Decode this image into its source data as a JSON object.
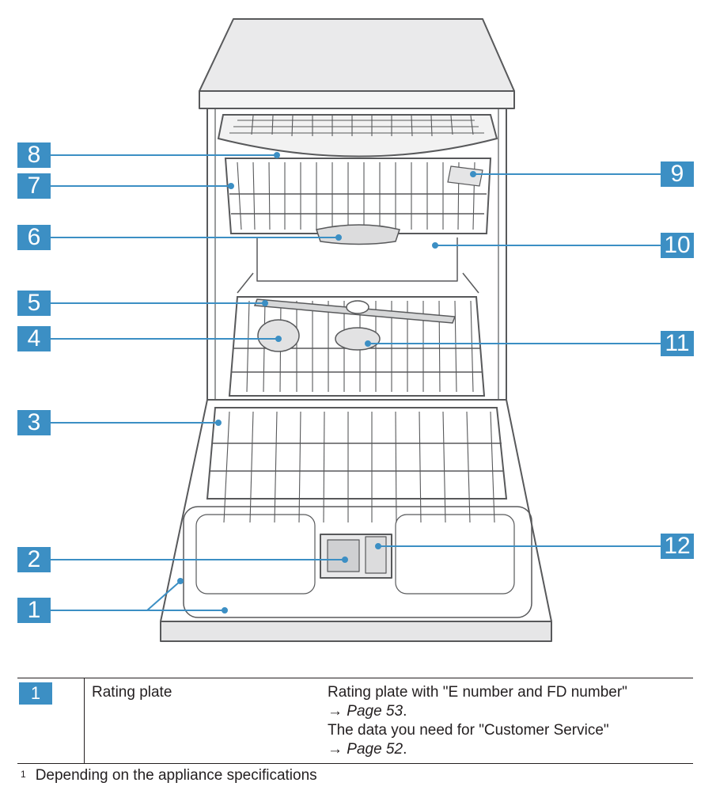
{
  "figure": {
    "callouts": [
      {
        "id": "8",
        "label": "8"
      },
      {
        "id": "7",
        "label": "7"
      },
      {
        "id": "6",
        "label": "6"
      },
      {
        "id": "5",
        "label": "5"
      },
      {
        "id": "4",
        "label": "4"
      },
      {
        "id": "3",
        "label": "3"
      },
      {
        "id": "2",
        "label": "2"
      },
      {
        "id": "1",
        "label": "1"
      },
      {
        "id": "9",
        "label": "9"
      },
      {
        "id": "10",
        "label": "10"
      },
      {
        "id": "11",
        "label": "11"
      },
      {
        "id": "12",
        "label": "12"
      }
    ]
  },
  "table": {
    "rows": [
      {
        "number": "1",
        "name": "Rating plate",
        "description": [
          {
            "text": "Rating plate with \"E number and FD number\"",
            "ref": ""
          },
          {
            "text": "→ ",
            "ref": "Page 53",
            "suffix": "."
          },
          {
            "text": "The data you need for \"Customer Service\"",
            "ref": ""
          },
          {
            "text": "→ ",
            "ref": "Page 52",
            "suffix": "."
          }
        ]
      }
    ]
  },
  "footnote": {
    "marker": "1",
    "text": "Depending on the appliance specifications"
  },
  "colors": {
    "callout": "#3c8fc4",
    "line": "#3c8fc4",
    "outline": "#58595b"
  }
}
